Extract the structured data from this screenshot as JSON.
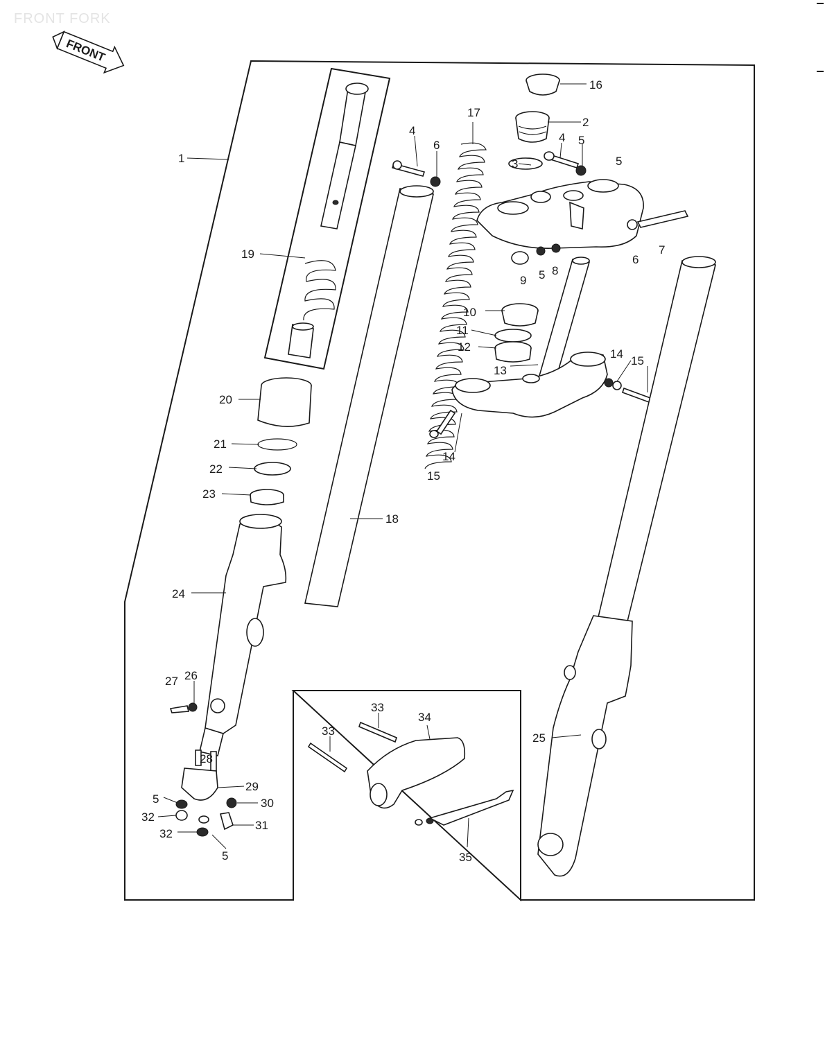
{
  "heading": "FRONT FORK",
  "direction_label": "FRONT",
  "callouts": [
    {
      "id": "c1",
      "text": "1"
    },
    {
      "id": "c2",
      "text": "2"
    },
    {
      "id": "c3a",
      "text": "3"
    },
    {
      "id": "c4a",
      "text": "4"
    },
    {
      "id": "c6",
      "text": "6"
    },
    {
      "id": "c4b",
      "text": "4"
    },
    {
      "id": "c5a",
      "text": "5"
    },
    {
      "id": "c5b",
      "text": "5"
    },
    {
      "id": "c16",
      "text": "16"
    },
    {
      "id": "c17",
      "text": "17"
    },
    {
      "id": "c19",
      "text": "19"
    },
    {
      "id": "c6b",
      "text": "6"
    },
    {
      "id": "c7",
      "text": "7"
    },
    {
      "id": "c9",
      "text": "9"
    },
    {
      "id": "c5c",
      "text": "5"
    },
    {
      "id": "c8",
      "text": "8"
    },
    {
      "id": "c10",
      "text": "10"
    },
    {
      "id": "c11",
      "text": "11"
    },
    {
      "id": "c12",
      "text": "12"
    },
    {
      "id": "c13",
      "text": "13"
    },
    {
      "id": "c14a",
      "text": "14"
    },
    {
      "id": "c15a",
      "text": "15"
    },
    {
      "id": "c14b",
      "text": "14"
    },
    {
      "id": "c15b",
      "text": "15"
    },
    {
      "id": "c20",
      "text": "20"
    },
    {
      "id": "c21",
      "text": "21"
    },
    {
      "id": "c22",
      "text": "22"
    },
    {
      "id": "c23",
      "text": "23"
    },
    {
      "id": "c18",
      "text": "18"
    },
    {
      "id": "c24",
      "text": "24"
    },
    {
      "id": "c27",
      "text": "27"
    },
    {
      "id": "c26",
      "text": "26"
    },
    {
      "id": "c28",
      "text": "28"
    },
    {
      "id": "c29",
      "text": "29"
    },
    {
      "id": "c5d",
      "text": "5"
    },
    {
      "id": "c30",
      "text": "30"
    },
    {
      "id": "c32a",
      "text": "32"
    },
    {
      "id": "c31",
      "text": "31"
    },
    {
      "id": "c32b",
      "text": "32"
    },
    {
      "id": "c5e",
      "text": "5"
    },
    {
      "id": "c33a",
      "text": "33"
    },
    {
      "id": "c33b",
      "text": "33"
    },
    {
      "id": "c34",
      "text": "34"
    },
    {
      "id": "c35",
      "text": "35"
    },
    {
      "id": "c25",
      "text": "25"
    }
  ]
}
